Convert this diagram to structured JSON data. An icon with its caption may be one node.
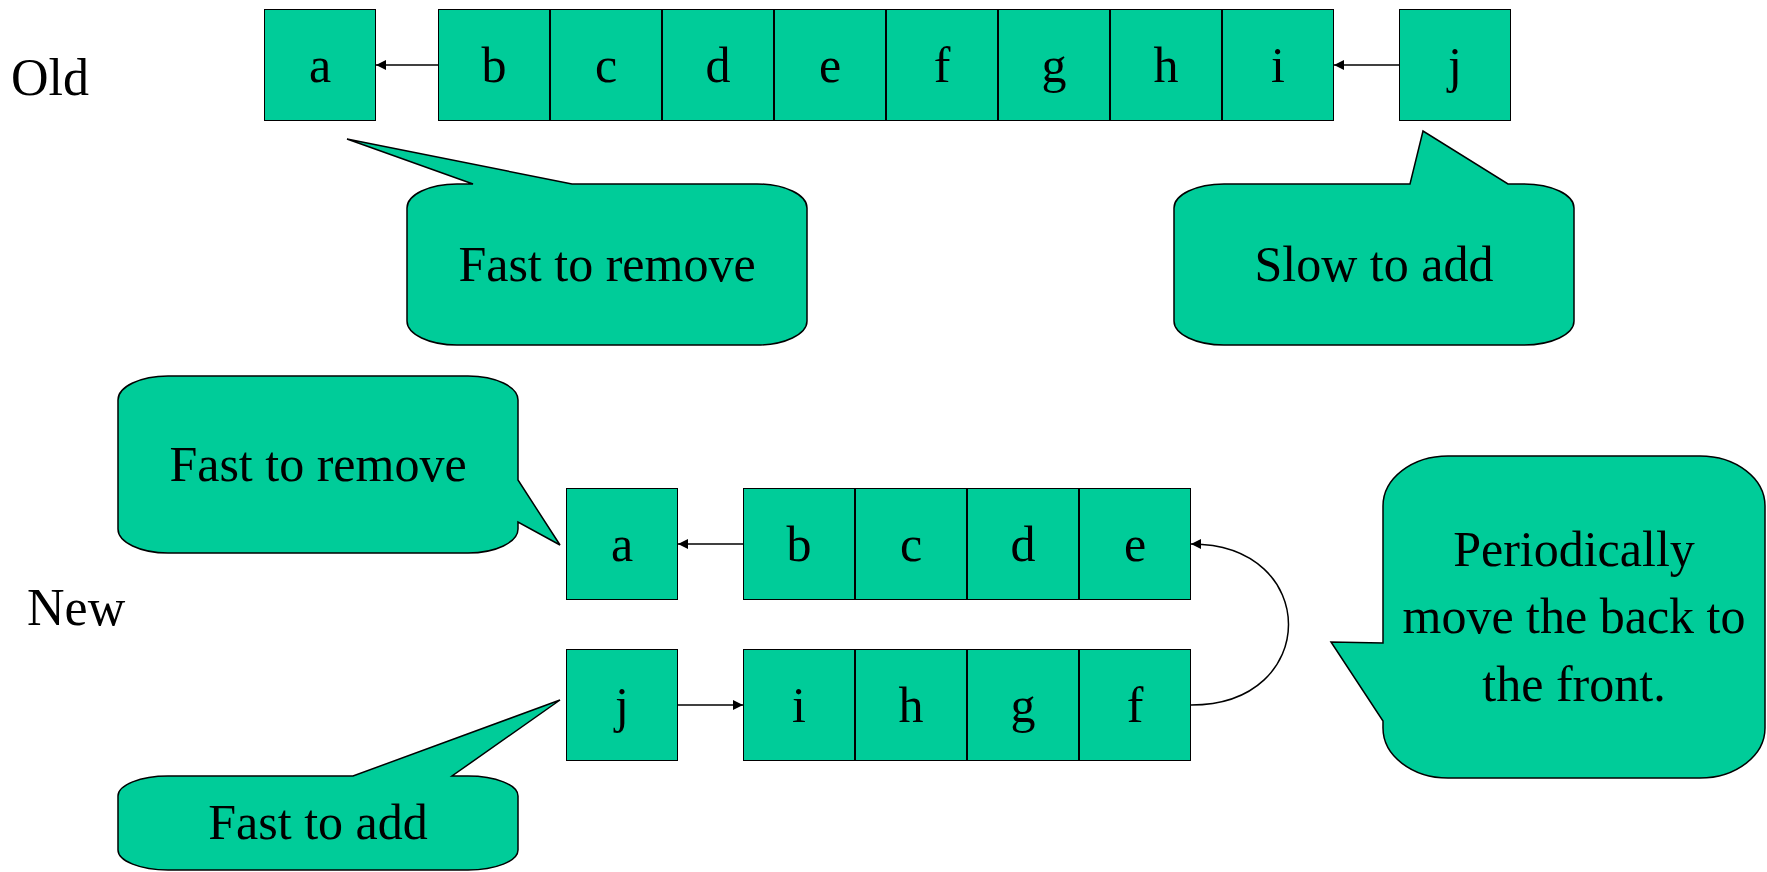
{
  "diagram": {
    "nodes": [
      {
        "text": [
          "a"
        ]
      },
      {
        "text": [
          "b"
        ]
      },
      {
        "text": [
          "c"
        ]
      },
      {
        "text": [
          "d"
        ]
      },
      {
        "text": [
          "e"
        ]
      },
      {
        "text": [
          "f"
        ]
      },
      {
        "text": [
          "g"
        ]
      },
      {
        "text": [
          "h"
        ]
      },
      {
        "text": [
          "i"
        ]
      },
      {
        "text": [
          "j"
        ]
      },
      {
        "text": [
          "Fast to remove"
        ]
      },
      {
        "text": [
          "Slow to add"
        ]
      },
      {
        "text": [
          "Fast to remove"
        ]
      },
      {
        "text": [
          "a"
        ]
      },
      {
        "text": [
          "b"
        ]
      },
      {
        "text": [
          "c"
        ]
      },
      {
        "text": [
          "d"
        ]
      },
      {
        "text": [
          "e"
        ]
      },
      {
        "text": [
          "Periodically move the back to the front."
        ]
      },
      {
        "text": [
          "j"
        ]
      },
      {
        "text": [
          "i"
        ]
      },
      {
        "text": [
          "h"
        ]
      },
      {
        "text": [
          "g"
        ]
      },
      {
        "text": [
          "f"
        ]
      },
      {
        "text": [
          "Fast to add"
        ]
      }
    ],
    "edges": [
      {
        "from": 1,
        "to": 0,
        "arrow": "to"
      },
      {
        "from": 9,
        "to": 8,
        "arrow": "to"
      },
      {
        "from": 14,
        "to": 13,
        "arrow": "to"
      },
      {
        "from": 19,
        "to": 20,
        "arrow": "to"
      },
      {
        "from": 23,
        "to": 17,
        "arrow": "to"
      }
    ],
    "labels": [
      "Old",
      "New"
    ]
  }
}
